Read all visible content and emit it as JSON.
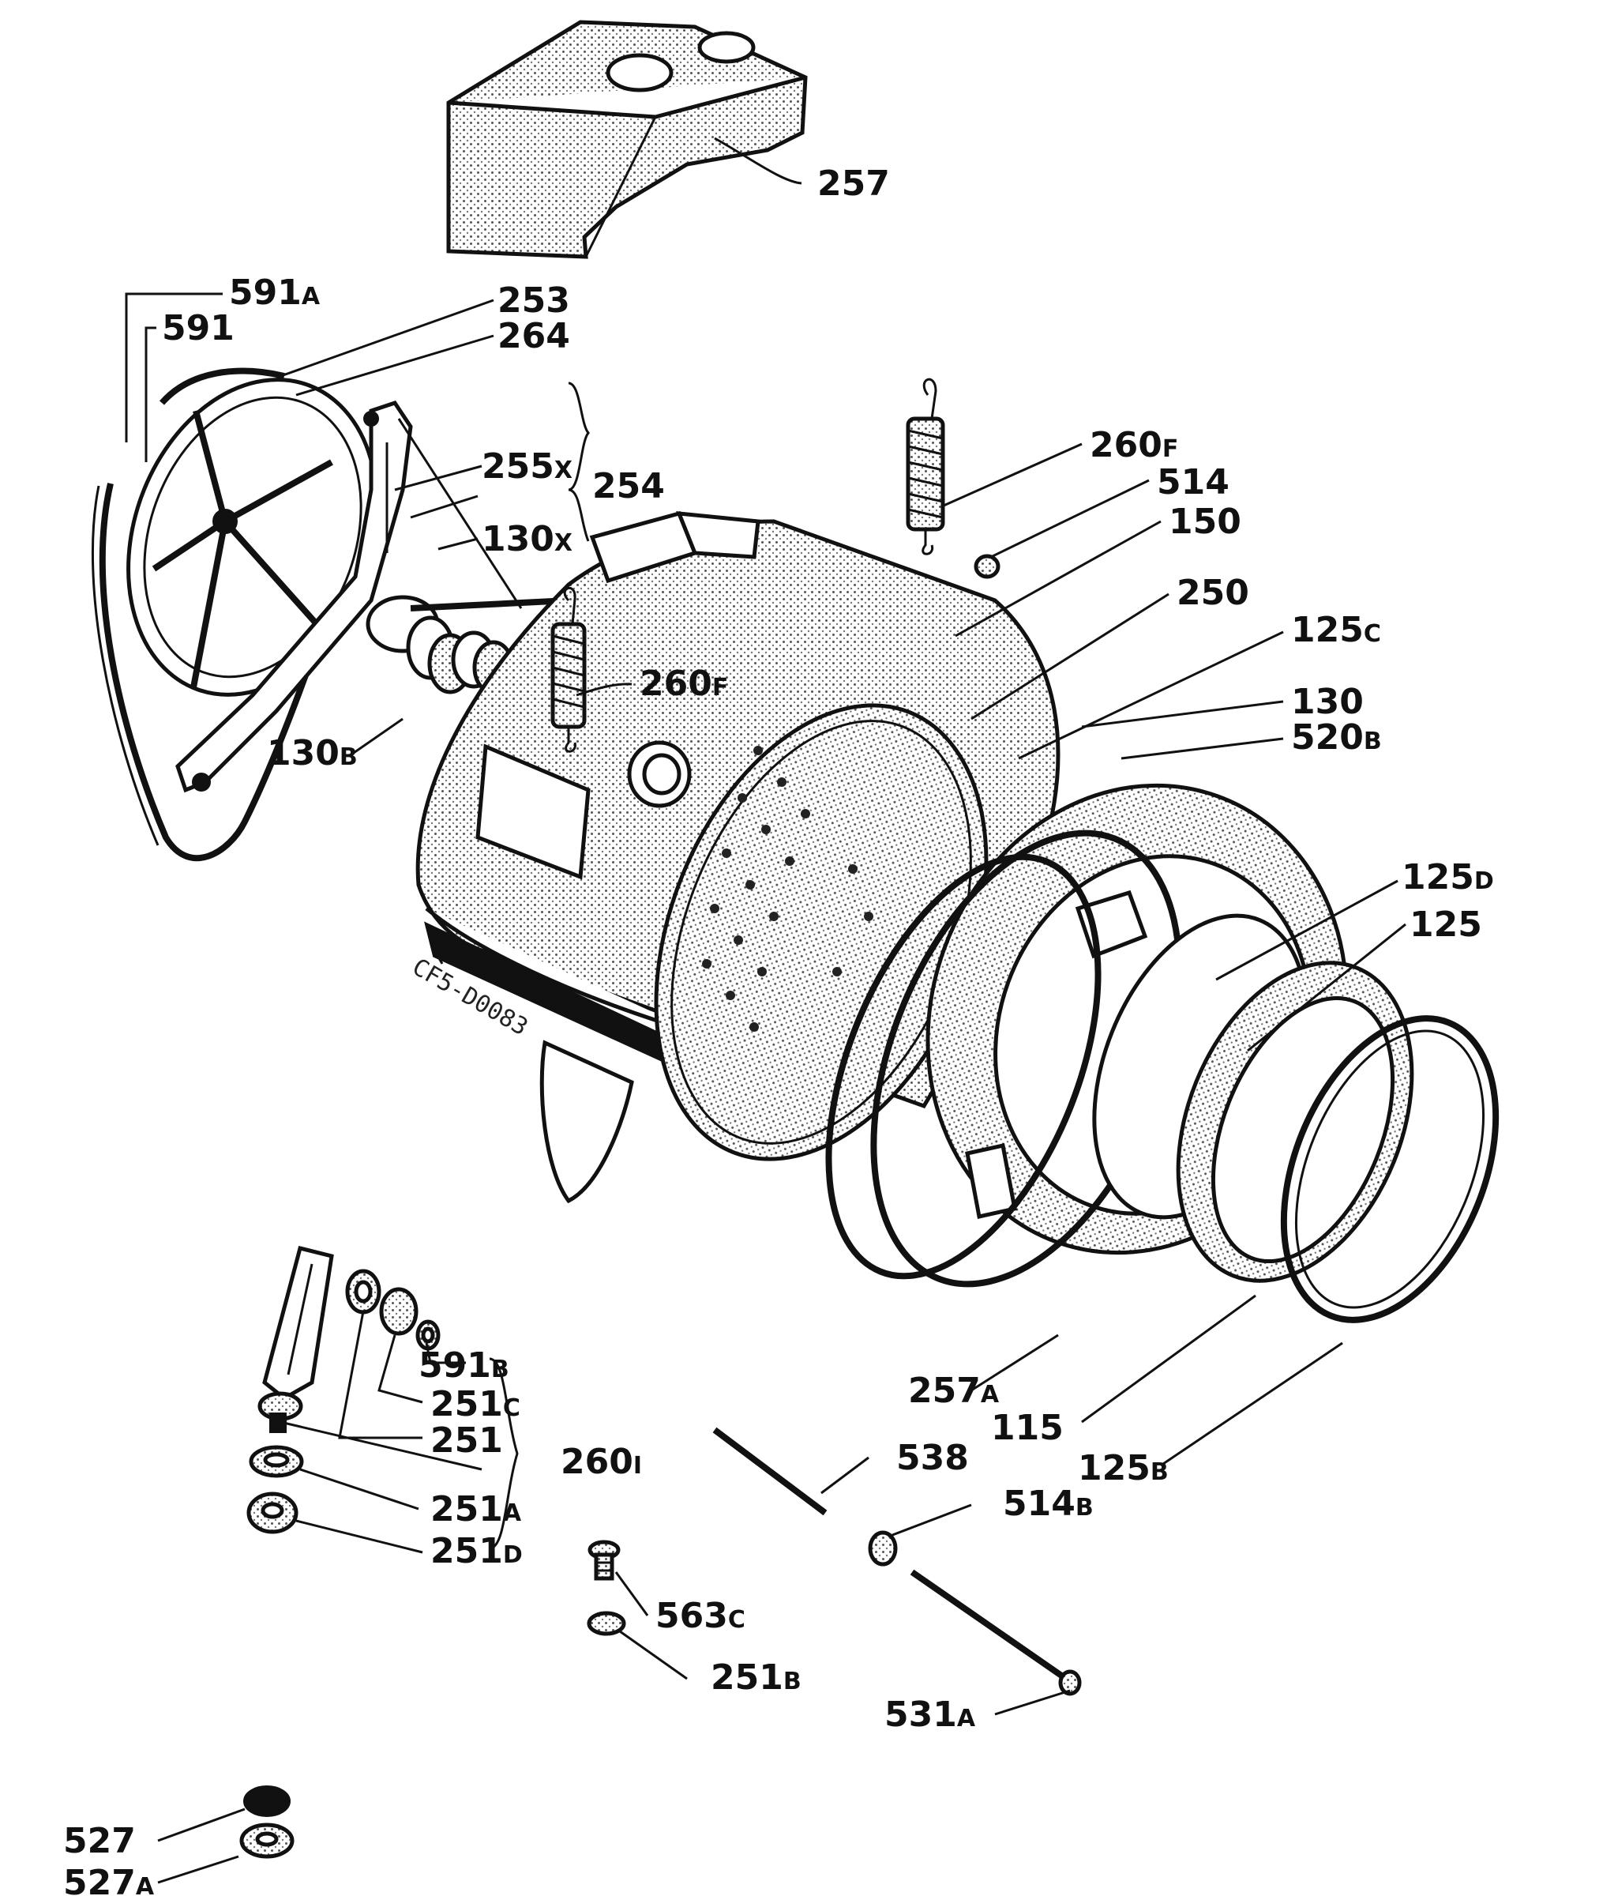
{
  "diagram_code": "CF5-D0083",
  "labels": [
    {
      "id": "257",
      "num": "257",
      "suf": ""
    },
    {
      "id": "591a",
      "num": "591",
      "suf": "A"
    },
    {
      "id": "591",
      "num": "591",
      "suf": ""
    },
    {
      "id": "253",
      "num": "253",
      "suf": ""
    },
    {
      "id": "264",
      "num": "264",
      "suf": ""
    },
    {
      "id": "260f-top",
      "num": "260",
      "suf": "F"
    },
    {
      "id": "514",
      "num": "514",
      "suf": ""
    },
    {
      "id": "150",
      "num": "150",
      "suf": ""
    },
    {
      "id": "255x",
      "num": "255",
      "suf": "X"
    },
    {
      "id": "254",
      "num": "254",
      "suf": ""
    },
    {
      "id": "130x",
      "num": "130",
      "suf": "X"
    },
    {
      "id": "250",
      "num": "250",
      "suf": ""
    },
    {
      "id": "125c",
      "num": "125",
      "suf": "C"
    },
    {
      "id": "260f-mid",
      "num": "260",
      "suf": "F"
    },
    {
      "id": "130",
      "num": "130",
      "suf": ""
    },
    {
      "id": "520b",
      "num": "520",
      "suf": "B"
    },
    {
      "id": "130b",
      "num": "130",
      "suf": "B"
    },
    {
      "id": "125d",
      "num": "125",
      "suf": "D"
    },
    {
      "id": "125",
      "num": "125",
      "suf": ""
    },
    {
      "id": "591b",
      "num": "591",
      "suf": "B"
    },
    {
      "id": "251c",
      "num": "251",
      "suf": "C"
    },
    {
      "id": "257a",
      "num": "257",
      "suf": "A"
    },
    {
      "id": "115",
      "num": "115",
      "suf": ""
    },
    {
      "id": "251",
      "num": "251",
      "suf": ""
    },
    {
      "id": "125b",
      "num": "125",
      "suf": "B"
    },
    {
      "id": "260i",
      "num": "260",
      "suf": "I"
    },
    {
      "id": "538",
      "num": "538",
      "suf": ""
    },
    {
      "id": "251a",
      "num": "251",
      "suf": "A"
    },
    {
      "id": "514b",
      "num": "514",
      "suf": "B"
    },
    {
      "id": "251d",
      "num": "251",
      "suf": "D"
    },
    {
      "id": "563c",
      "num": "563",
      "suf": "C"
    },
    {
      "id": "251b",
      "num": "251",
      "suf": "B"
    },
    {
      "id": "531a",
      "num": "531",
      "suf": "A"
    },
    {
      "id": "527",
      "num": "527",
      "suf": ""
    },
    {
      "id": "527a",
      "num": "527",
      "suf": "A"
    }
  ]
}
